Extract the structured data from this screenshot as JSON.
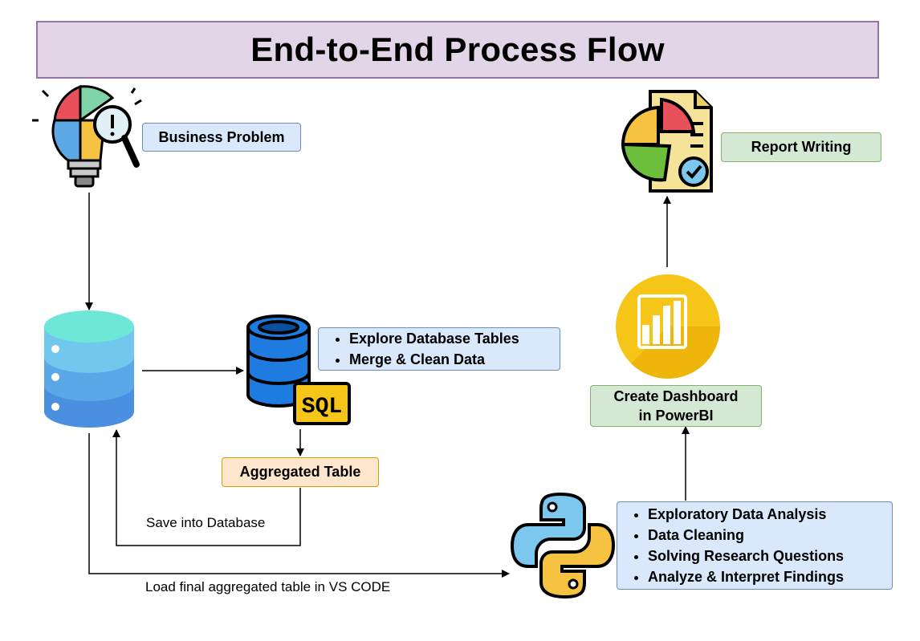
{
  "title": "End-to-End Process Flow",
  "nodes": {
    "business_problem": "Business Problem",
    "report_writing": "Report Writing",
    "explore_steps": [
      "Explore Database Tables",
      "Merge & Clean Data"
    ],
    "aggregated_table": "Aggregated Table",
    "dashboard": "Create Dashboard in PowerBI",
    "python_steps": [
      "Exploratory Data Analysis",
      "Data Cleaning",
      "Solving Research Questions",
      "Analyze & Interpret Findings"
    ],
    "sql_label": "SQL"
  },
  "edge_labels": {
    "save_db": "Save into Database",
    "load_vscode": "Load final aggregated table in VS CODE"
  },
  "colors": {
    "title_fill": "#e1d5e7",
    "blue_fill": "#dae8fc",
    "green_fill": "#d5e8d4",
    "orange_fill": "#ffe6cc"
  }
}
